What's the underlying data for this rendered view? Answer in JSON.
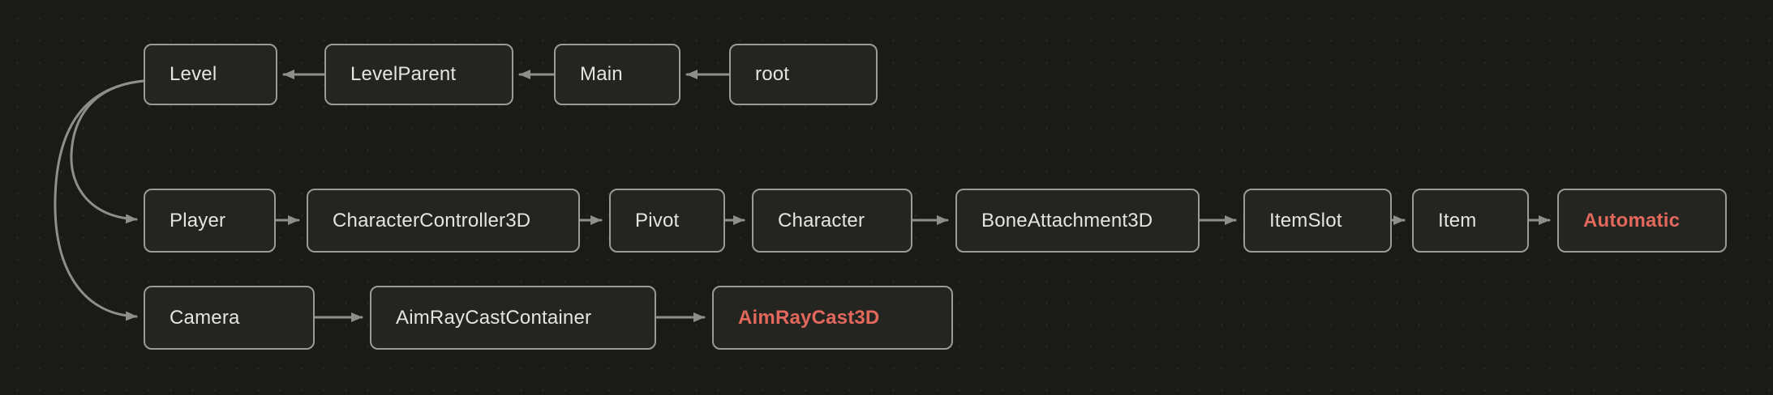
{
  "canvas": {
    "colors": {
      "background": "#1a1a17",
      "node_bg": "#242421",
      "node_border": "#9a9a97",
      "text": "#e6e4e0",
      "accent": "#e2685c",
      "arrow": "#8e8e8c"
    }
  },
  "nodes": {
    "level": {
      "label": "Level"
    },
    "level_parent": {
      "label": "LevelParent"
    },
    "main": {
      "label": "Main"
    },
    "root": {
      "label": "root"
    },
    "player": {
      "label": "Player"
    },
    "character_controller_3d": {
      "label": "CharacterController3D"
    },
    "pivot": {
      "label": "Pivot"
    },
    "character": {
      "label": "Character"
    },
    "bone_attachment_3d": {
      "label": "BoneAttachment3D"
    },
    "item_slot": {
      "label": "ItemSlot"
    },
    "item": {
      "label": "Item"
    },
    "automatic": {
      "label": "Automatic"
    },
    "camera": {
      "label": "Camera"
    },
    "aim_ray_cast_container": {
      "label": "AimRayCastContainer"
    },
    "aim_ray_cast_3d": {
      "label": "AimRayCast3D"
    }
  },
  "edges": [
    {
      "from": "root",
      "to": "Main"
    },
    {
      "from": "Main",
      "to": "LevelParent"
    },
    {
      "from": "LevelParent",
      "to": "Level"
    },
    {
      "from": "Level",
      "to": "Player"
    },
    {
      "from": "Level",
      "to": "Camera"
    },
    {
      "from": "Player",
      "to": "CharacterController3D"
    },
    {
      "from": "CharacterController3D",
      "to": "Pivot"
    },
    {
      "from": "Pivot",
      "to": "Character"
    },
    {
      "from": "Character",
      "to": "BoneAttachment3D"
    },
    {
      "from": "BoneAttachment3D",
      "to": "ItemSlot"
    },
    {
      "from": "ItemSlot",
      "to": "Item"
    },
    {
      "from": "Item",
      "to": "Automatic"
    },
    {
      "from": "Camera",
      "to": "AimRayCastContainer"
    },
    {
      "from": "AimRayCastContainer",
      "to": "AimRayCast3D"
    }
  ]
}
